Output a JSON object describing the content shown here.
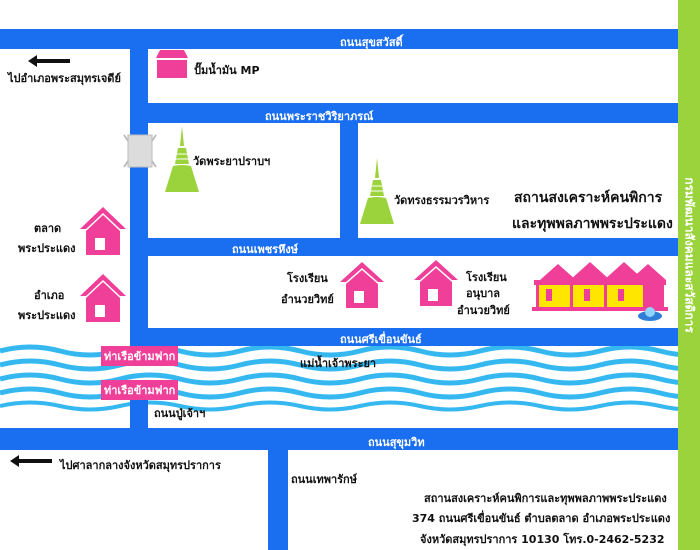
{
  "roads": {
    "sukhumvit_sawat": "ถนนสุขสวัสดิ์",
    "phra_ratchaviriya": "ถนนพระราชวิริยาภรณ์",
    "phetcharahueng": "ถนนเพชรหึงษ์",
    "si_khuean_khan": "ถนนศรีเขื่อนขันธ์",
    "pu_chao": "ถนนปู่เจ้าฯ",
    "sukhumvit": "ถนนสุขุมวิท",
    "thepharak": "ถนนเทพารักษ์"
  },
  "directions": {
    "to_phra_samut_chedi": "ไปอำเภอพระสมุทรเจดีย์",
    "to_provincial_hall": "ไปศาลากลางจังหวัดสมุทรปราการ"
  },
  "places": {
    "gas_station": "ปั๊มน้ำมัน MP",
    "wat_phaya_prap": "วัดพระยาปราบฯ",
    "wat_song_tham": "วัดทรงธรรมวรวิหาร",
    "market_line1": "ตลาด",
    "market_line2": "พระประแดง",
    "district_line1": "อำเภอ",
    "district_line2": "พระประแดง",
    "school1_line1": "โรงเรียน",
    "school1_line2": "อำนวยวิทย์",
    "school2_line1": "โรงเรียน",
    "school2_line2": "อนุบาล",
    "school2_line3": "อำนวยวิทย์",
    "welfare_line1": "สถานสงเคราะห์คนพิการ",
    "welfare_line2": "และทุพพลภาพพระประแดง"
  },
  "river": "แม่น้ำเจ้าพระยา",
  "piers": [
    "ท่าเรือข้ามฟาก",
    "ท่าเรือข้ามฟาก"
  ],
  "address": {
    "line1": "สถานสงเคราะห์คนพิการและทุพพลภาพพระประแดง",
    "line2": "374 ถนนศรีเขื่อนขันธ์ ตำบลตลาด อำเภอพระประแดง",
    "line3": "จังหวัดสมุทรปราการ 10130  โทร.0-2462-5232"
  },
  "side_banner": "กรมพัฒนาสังคมและสวัสดิการ",
  "colors": {
    "road": "#1a6ef0",
    "building": "#ef3f98",
    "door": "#ffffff",
    "temple": "#9bd33c",
    "banner": "#9bd33c",
    "river_wave": "#35b8f0",
    "welfare_wall": "#ffe600"
  },
  "icons": {
    "gas_station": "gas-station-icon",
    "temple": "temple-icon",
    "house": "house-icon",
    "welfare_building": "welfare-building-icon",
    "arrow": "arrow-left-icon"
  }
}
